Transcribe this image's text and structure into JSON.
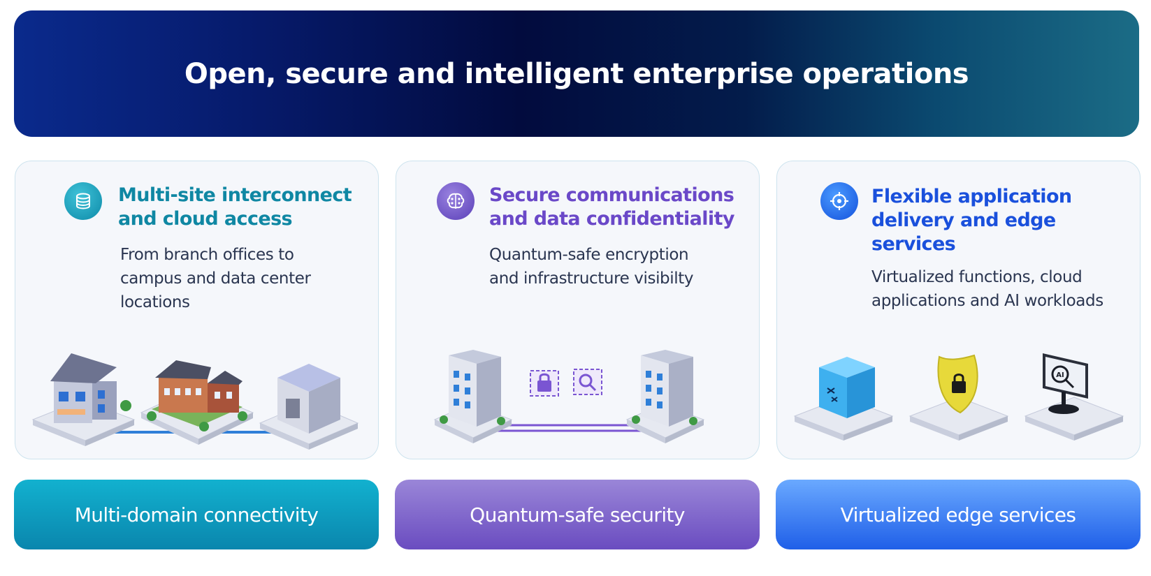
{
  "banner": {
    "title": "Open, secure and intelligent enterprise operations"
  },
  "cards": [
    {
      "title_lines": [
        "Multi-site interconnect",
        "and cloud access"
      ],
      "desc_lines": [
        "From branch offices to",
        "campus and data center",
        "locations"
      ],
      "icon": "database-icon",
      "accent": "#0f87a3"
    },
    {
      "title_lines": [
        "Secure communications",
        "and data confidentiality"
      ],
      "desc_lines": [
        "Quantum-safe encryption",
        "and infrastructure visibilty"
      ],
      "icon": "brain-icon",
      "accent": "#6a48c8"
    },
    {
      "title_lines": [
        "Flexible application",
        "delivery and edge",
        "services"
      ],
      "desc_lines": [
        "Virtualized functions, cloud",
        "applications and AI workloads"
      ],
      "icon": "crosshair-icon",
      "accent": "#1a50dc"
    }
  ],
  "pills": [
    {
      "label": "Multi-domain connectivity",
      "color": "#0a86ad"
    },
    {
      "label": "Quantum-safe security",
      "color": "#6a4cc0"
    },
    {
      "label": "Virtualized edge services",
      "color": "#1f5fe8"
    }
  ],
  "illustrations": {
    "ai_screen_label": "AI"
  }
}
